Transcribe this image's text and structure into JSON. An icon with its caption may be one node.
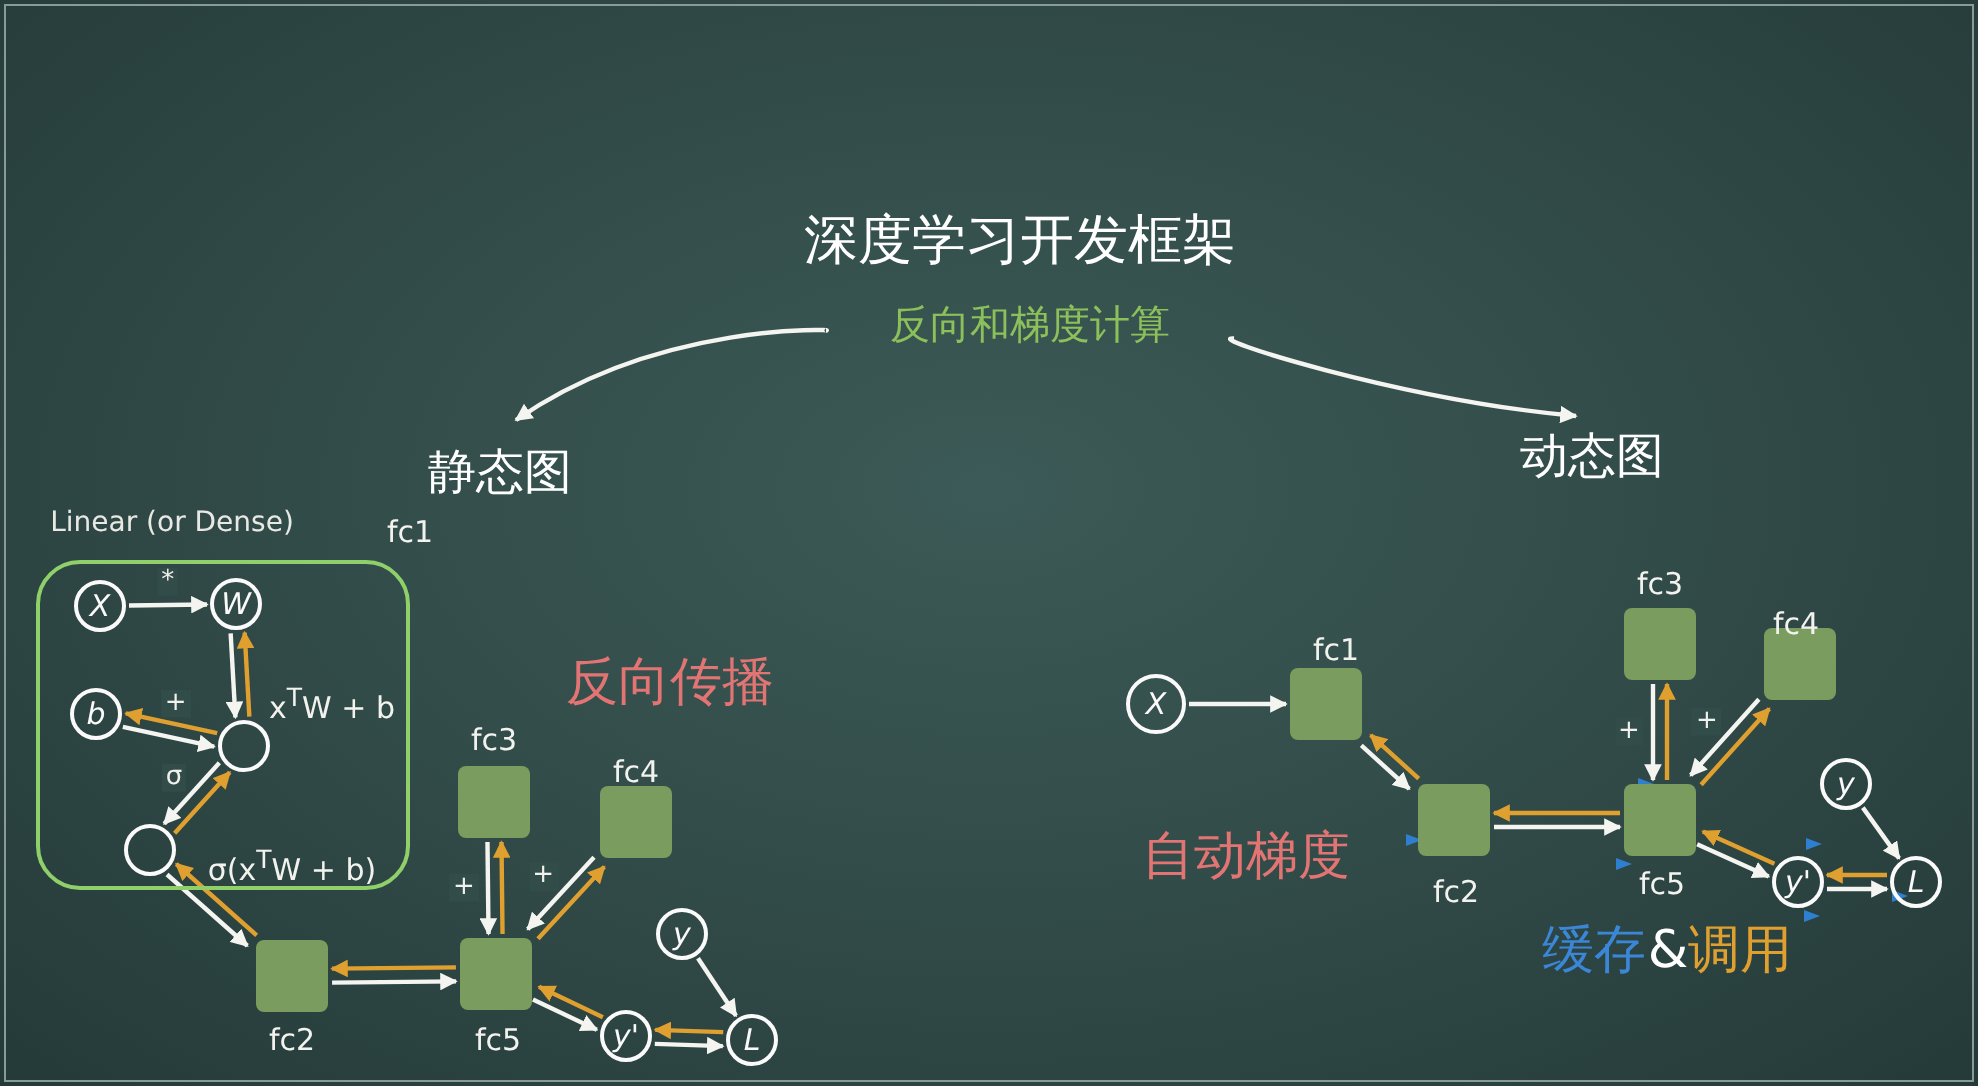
{
  "diagram": {
    "title": "深度学习开发框架",
    "nodes": [
      {
        "text": [
          "反向和梯度计算"
        ]
      },
      {
        "text": [
          "静态图"
        ]
      },
      {
        "text": [
          "动态图"
        ]
      },
      {
        "text": [
          "Linear (or Dense)"
        ],
        "beside": [
          "fc1"
        ]
      },
      {
        "text": [
          "X"
        ],
        "in": 3
      },
      {
        "text": [
          "W"
        ],
        "in": 3
      },
      {
        "text": [
          "b"
        ],
        "in": 3
      },
      {
        "text": [],
        "shape": "circle",
        "in": 3,
        "beside": [
          "x$^{T}$W + b"
        ]
      },
      {
        "text": [],
        "shape": "circle",
        "in": 3,
        "beside": [
          "σ(x$^{T}$W + b)"
        ]
      },
      {
        "text": [],
        "shape": "box",
        "beside": [
          "fc2"
        ]
      },
      {
        "text": [],
        "shape": "box",
        "beside": [
          "fc3"
        ]
      },
      {
        "text": [],
        "shape": "box",
        "beside": [
          "fc4"
        ]
      },
      {
        "text": [],
        "shape": "box",
        "beside": [
          "fc5"
        ]
      },
      {
        "text": [
          "y"
        ]
      },
      {
        "text": [
          "y'"
        ]
      },
      {
        "text": [
          "L"
        ]
      },
      {
        "text": [
          "X"
        ]
      },
      {
        "text": [],
        "shape": "box",
        "beside": [
          "fc1"
        ]
      },
      {
        "text": [],
        "shape": "box",
        "beside": [
          "fc2"
        ]
      },
      {
        "text": [],
        "shape": "box",
        "beside": [
          "fc3"
        ]
      },
      {
        "text": [],
        "shape": "box",
        "beside": [
          "fc4"
        ]
      },
      {
        "text": [],
        "shape": "box",
        "beside": [
          "fc5"
        ]
      },
      {
        "text": [
          "y"
        ]
      },
      {
        "text": [
          "y'"
        ]
      },
      {
        "text": [
          "L"
        ]
      }
    ],
    "edges": [
      {
        "from": 0,
        "to": 1,
        "arrow": "to"
      },
      {
        "from": 0,
        "to": 2,
        "arrow": "to"
      },
      {
        "from": 4,
        "to": 5,
        "arrow": "to",
        "label": "*"
      },
      {
        "from": 5,
        "to": 7,
        "arrow": "to"
      },
      {
        "from": 7,
        "to": 5,
        "arrow": "to",
        "color": "#e0a030"
      },
      {
        "from": 6,
        "to": 7,
        "arrow": "to",
        "label": "+"
      },
      {
        "from": 7,
        "to": 6,
        "arrow": "to",
        "color": "#e0a030"
      },
      {
        "from": 7,
        "to": 8,
        "arrow": "to",
        "label": "σ"
      },
      {
        "from": 8,
        "to": 7,
        "arrow": "to",
        "color": "#e0a030"
      },
      {
        "from": 8,
        "to": 9,
        "arrow": "to"
      },
      {
        "from": 9,
        "to": 8,
        "arrow": "to",
        "color": "#e0a030"
      },
      {
        "from": 9,
        "to": 12,
        "arrow": "to"
      },
      {
        "from": 12,
        "to": 9,
        "arrow": "to",
        "color": "#e0a030"
      },
      {
        "from": 10,
        "to": 12,
        "arrow": "to",
        "label": "+"
      },
      {
        "from": 12,
        "to": 10,
        "arrow": "to",
        "color": "#e0a030"
      },
      {
        "from": 11,
        "to": 12,
        "arrow": "to",
        "label": "+"
      },
      {
        "from": 12,
        "to": 11,
        "arrow": "to",
        "color": "#e0a030"
      },
      {
        "from": 12,
        "to": 14,
        "arrow": "to"
      },
      {
        "from": 14,
        "to": 12,
        "arrow": "to",
        "color": "#e0a030"
      },
      {
        "from": 13,
        "to": 15,
        "arrow": "to"
      },
      {
        "from": 14,
        "to": 15,
        "arrow": "to"
      },
      {
        "from": 15,
        "to": 14,
        "arrow": "to",
        "color": "#e0a030"
      },
      {
        "from": 16,
        "to": 17,
        "arrow": "to"
      },
      {
        "from": 17,
        "to": 18,
        "arrow": "to"
      },
      {
        "from": 18,
        "to": 17,
        "arrow": "to",
        "color": "#e0a030"
      },
      {
        "from": 18,
        "to": 21,
        "arrow": "to"
      },
      {
        "from": 21,
        "to": 18,
        "arrow": "to",
        "color": "#e0a030"
      },
      {
        "from": 19,
        "to": 21,
        "arrow": "to",
        "label": "+"
      },
      {
        "from": 21,
        "to": 19,
        "arrow": "to",
        "color": "#e0a030"
      },
      {
        "from": 20,
        "to": 21,
        "arrow": "to",
        "label": "+"
      },
      {
        "from": 21,
        "to": 20,
        "arrow": "to",
        "color": "#e0a030"
      },
      {
        "from": 21,
        "to": 23,
        "arrow": "to"
      },
      {
        "from": 23,
        "to": 21,
        "arrow": "to",
        "color": "#e0a030"
      },
      {
        "from": 22,
        "to": 24,
        "arrow": "to"
      },
      {
        "from": 23,
        "to": 24,
        "arrow": "to"
      },
      {
        "from": 24,
        "to": 23,
        "arrow": "to",
        "color": "#e0a030"
      }
    ],
    "labels": [
      "反向传播",
      "自动梯度",
      "缓存",
      "&",
      "调用"
    ]
  }
}
